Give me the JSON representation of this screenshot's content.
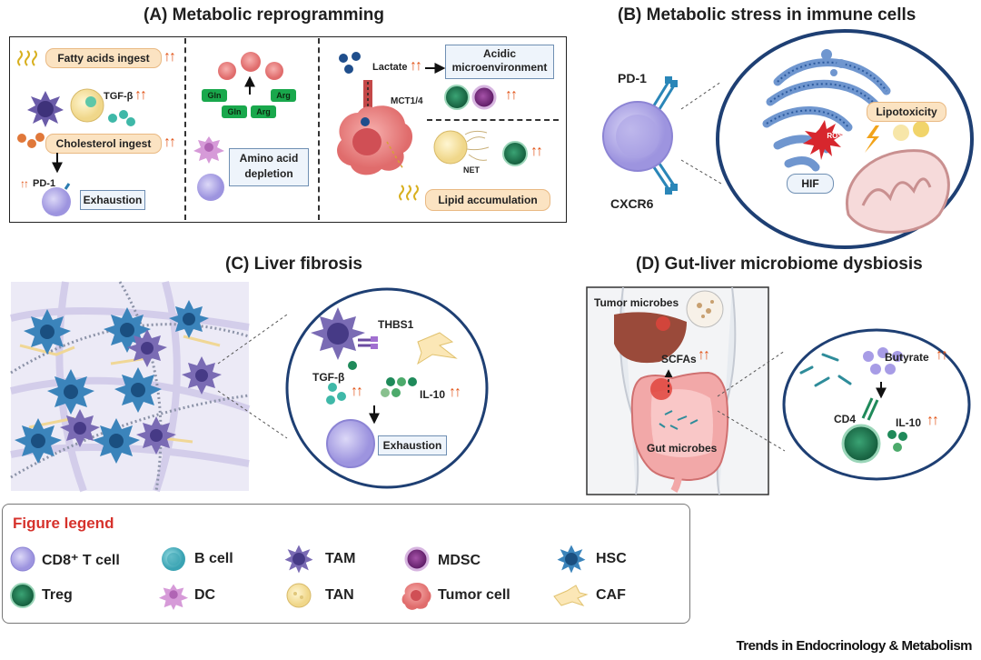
{
  "panels": {
    "a": {
      "title": "(A)  Metabolic reprogramming"
    },
    "b": {
      "title": "(B)  Metabolic stress in immune cells"
    },
    "c": {
      "title": "(C)  Liver fibrosis"
    },
    "d": {
      "title": "(D)  Gut-liver microbiome dysbiosis"
    }
  },
  "panel_a": {
    "fatty_acids": "Fatty acids ingest",
    "tgf_beta": "TGF-β",
    "cholesterol": "Cholesterol ingest",
    "pd1": "PD-1",
    "exhaustion": "Exhaustion",
    "gln1": "Gln",
    "arg1": "Arg",
    "gln2": "Gln",
    "arg2": "Arg",
    "amino_acid_depletion": "Amino acid depletion",
    "lactate": "Lactate",
    "acidic": "Acidic microenvironment",
    "mct": "MCT1/4",
    "net": "NET",
    "lipid_accumulation": "Lipid accumulation"
  },
  "panel_b": {
    "pd1": "PD-1",
    "cxcr6": "CXCR6",
    "lipotoxicity": "Lipotoxicity",
    "ros": "ROS",
    "hif": "HIF"
  },
  "panel_c": {
    "thbs1": "THBS1",
    "tgf_beta": "TGF-β",
    "il10": "IL-10",
    "exhaustion": "Exhaustion"
  },
  "panel_d": {
    "tumor_microbes": "Tumor microbes",
    "scfas": "SCFAs",
    "gut_microbes": "Gut microbes",
    "butyrate": "Butyrate",
    "cd4": "CD4",
    "il10": "IL-10"
  },
  "legend": {
    "title": "Figure legend",
    "items": {
      "cd8": "CD8⁺ T cell",
      "treg": "Treg",
      "bcell": "B cell",
      "dc": "DC",
      "tam": "TAM",
      "tan": "TAN",
      "mdsc": "MDSC",
      "tumor": "Tumor cell",
      "hsc": "HSC",
      "caf": "CAF"
    }
  },
  "credit": "Trends in Endocrinology & Metabolism",
  "up_arrows": "↑↑",
  "colors": {
    "accent_red": "#d6322c",
    "arrow_orange": "#e2561b",
    "pill_fill": "#fbe3c2",
    "blue_box": "#eef4fb",
    "cd8_purple": "#b9b2ea",
    "treg_green": "#1f8a5a",
    "bcell_teal": "#4fb8c4",
    "tumor_pink": "#f08a8a",
    "mdsc_purple": "#8a3a8f",
    "hsc_blue": "#2f6fa8"
  }
}
